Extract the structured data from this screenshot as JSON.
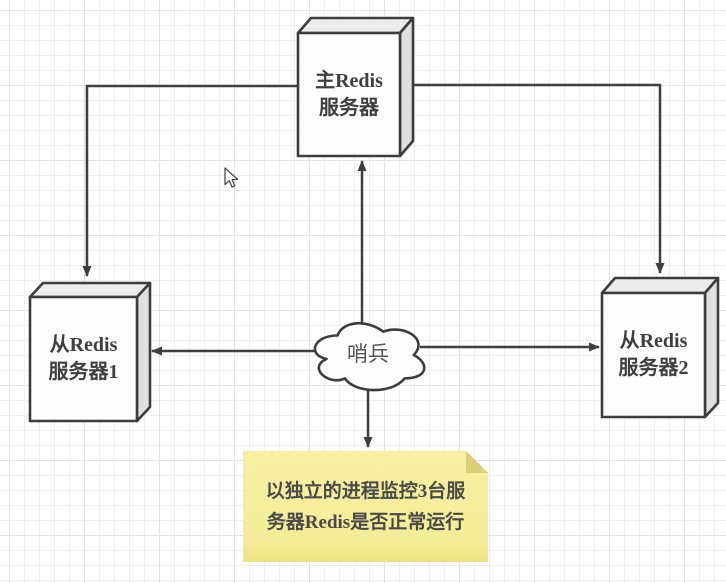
{
  "nodes": {
    "master": {
      "line1": "主Redis",
      "line2": "服务器"
    },
    "slave1": {
      "line1": "从Redis",
      "line2": "服务器1"
    },
    "slave2": {
      "line1": "从Redis",
      "line2": "服务器2"
    },
    "sentinel": {
      "label": "哨兵"
    },
    "note": {
      "line1": "以独立的进程监控3台服",
      "line2": "务器Redis是否正常运行"
    }
  },
  "edges": [
    {
      "from": "master",
      "to": "slave1"
    },
    {
      "from": "master",
      "to": "slave2"
    },
    {
      "from": "sentinel",
      "to": "master"
    },
    {
      "from": "sentinel",
      "to": "slave1"
    },
    {
      "from": "sentinel",
      "to": "slave2"
    },
    {
      "from": "sentinel",
      "to": "note"
    }
  ],
  "colors": {
    "canvas_bg": "#ffffff",
    "grid_minor": "#efefef",
    "grid_major": "#e3e3e3",
    "shape_stroke": "#3d3d3d",
    "shape_front": "#fdfdfd",
    "shape_top": "#ececec",
    "shape_side": "#e0e0e0",
    "edge_color": "#3f3f3f",
    "label_text": "#3f3f3f",
    "sentinel_text": "#565656",
    "note_fill": "#f5ef9c",
    "note_fold": "#d8d077",
    "note_text": "#4a4a4a"
  }
}
